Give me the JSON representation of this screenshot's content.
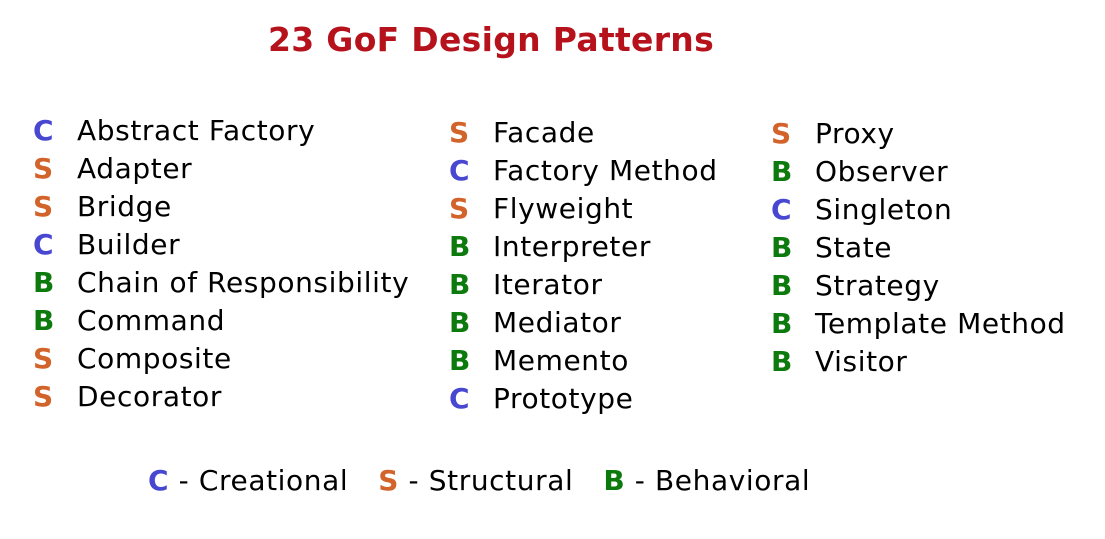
{
  "title": "23 GoF Design Patterns",
  "colors": {
    "C": "#4747d1",
    "S": "#d2632a",
    "B": "#0d7a0d",
    "title": "#b5121b"
  },
  "columns": [
    [
      {
        "type": "C",
        "name": "Abstract Factory"
      },
      {
        "type": "S",
        "name": "Adapter"
      },
      {
        "type": "S",
        "name": "Bridge"
      },
      {
        "type": "C",
        "name": "Builder"
      },
      {
        "type": "B",
        "name": "Chain of Responsibility"
      },
      {
        "type": "B",
        "name": "Command"
      },
      {
        "type": "S",
        "name": "Composite"
      },
      {
        "type": "S",
        "name": "Decorator"
      }
    ],
    [
      {
        "type": "S",
        "name": "Facade"
      },
      {
        "type": "C",
        "name": "Factory Method"
      },
      {
        "type": "S",
        "name": "Flyweight"
      },
      {
        "type": "B",
        "name": "Interpreter"
      },
      {
        "type": "B",
        "name": "Iterator"
      },
      {
        "type": "B",
        "name": "Mediator"
      },
      {
        "type": "B",
        "name": "Memento"
      },
      {
        "type": "C",
        "name": "Prototype"
      }
    ],
    [
      {
        "type": "S",
        "name": "Proxy"
      },
      {
        "type": "B",
        "name": "Observer"
      },
      {
        "type": "C",
        "name": "Singleton"
      },
      {
        "type": "B",
        "name": "State"
      },
      {
        "type": "B",
        "name": "Strategy"
      },
      {
        "type": "B",
        "name": "Template Method"
      },
      {
        "type": "B",
        "name": "Visitor"
      }
    ]
  ],
  "legend": [
    {
      "type": "C",
      "letter": "C",
      "label": " - Creational"
    },
    {
      "type": "S",
      "letter": "S",
      "label": " - Structural"
    },
    {
      "type": "B",
      "letter": "B",
      "label": " - Behavioral"
    }
  ]
}
